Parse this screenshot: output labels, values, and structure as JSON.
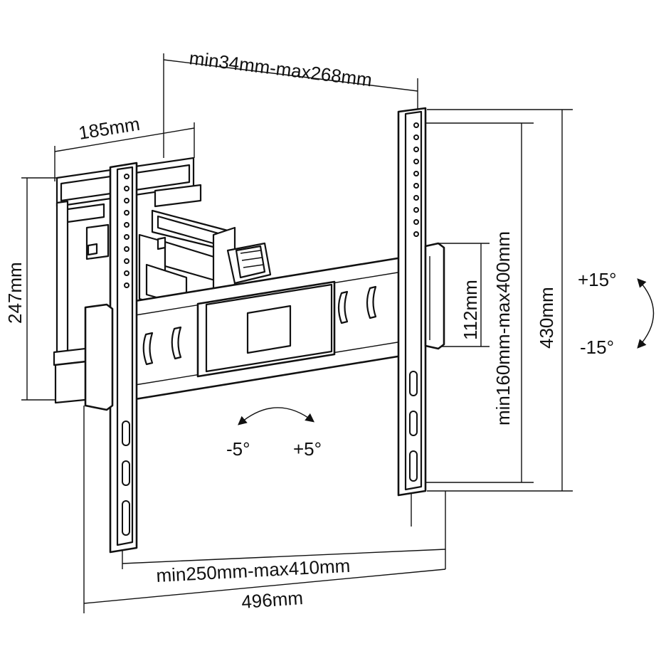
{
  "dimensions": {
    "depth_range": "min34mm-max268mm",
    "wall_plate_width": "185mm",
    "wall_plate_height": "247mm",
    "vertical_hole_range": "min160mm-max400mm",
    "rail_height": "112mm",
    "bracket_height": "430mm",
    "horizontal_hole_range": "min250mm-max410mm",
    "overall_width": "496mm"
  },
  "angles": {
    "tilt_up": "+15°",
    "tilt_down": "-15°",
    "swivel_left": "-5°",
    "swivel_right": "+5°"
  },
  "colors": {
    "line": "#111111",
    "background": "#ffffff"
  }
}
